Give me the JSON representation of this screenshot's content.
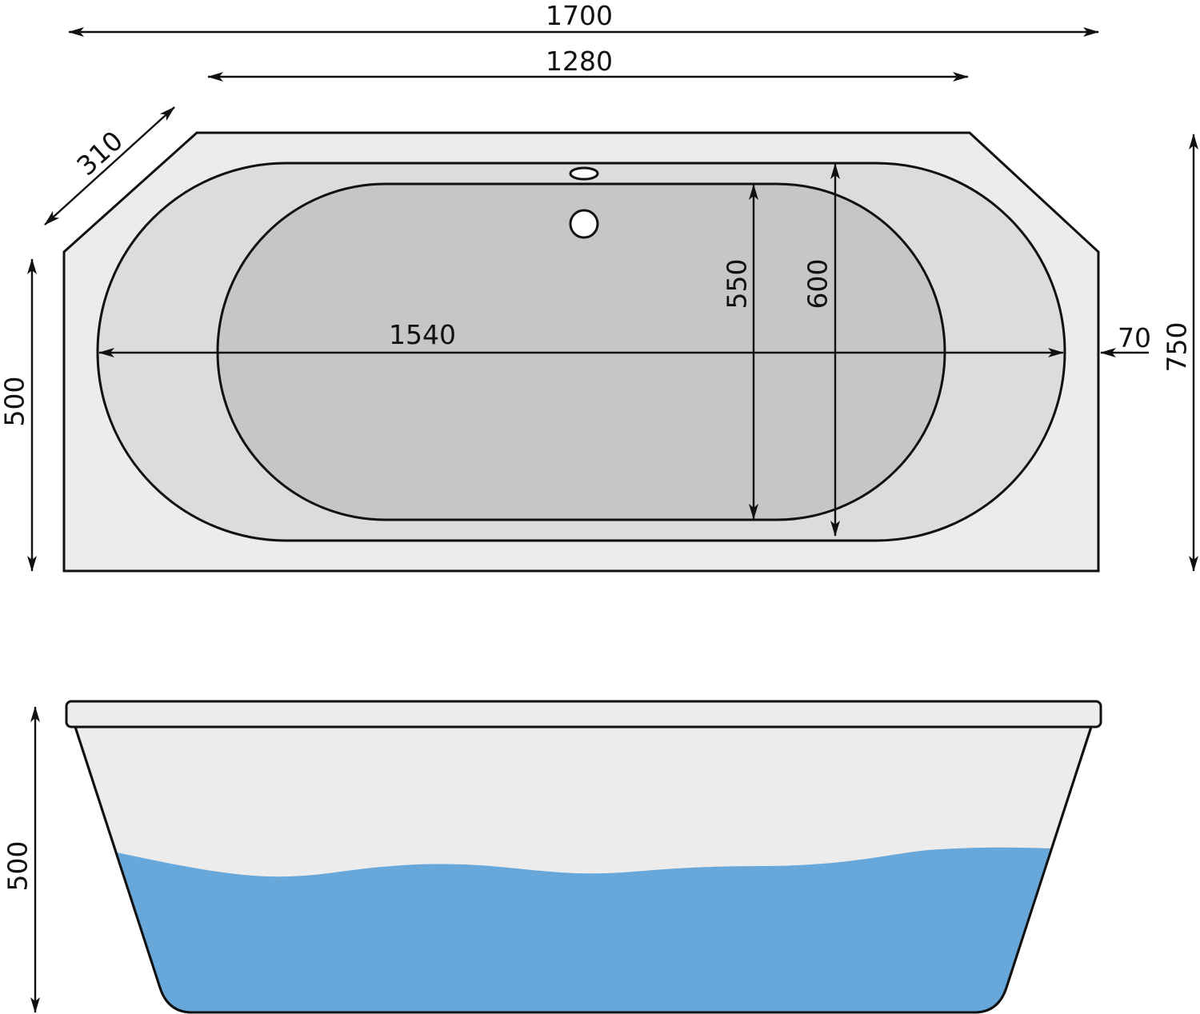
{
  "colors": {
    "deck": "#ececec",
    "rim_basin": "#dcdcdc",
    "inner_basin": "#c6c6c6",
    "water": "#67a7da",
    "outline": "#111111",
    "drain": "#ffffff"
  },
  "top_view": {
    "dimensions": {
      "overall_length": "1700",
      "top_edge_length": "1280",
      "corner_bevel": "310",
      "side_height": "500",
      "basin_length": "1540",
      "inner_width": "550",
      "outer_width": "600",
      "rim_offset": "70",
      "overall_width": "750"
    }
  },
  "side_view": {
    "dimensions": {
      "height": "500"
    }
  }
}
